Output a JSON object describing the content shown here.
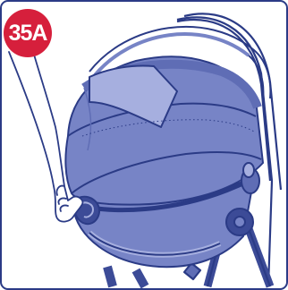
{
  "step": {
    "label": "35A"
  },
  "colors": {
    "badge": "#d61f3c",
    "outline": "#2b3b86",
    "canopy": "#7784c6",
    "canopy_dark": "#5f6db5",
    "canopy_light": "#a6afdf",
    "frame": "#3c4b97",
    "skin": "#ffffff"
  },
  "icons": [
    "stroller-carrycot-illustration",
    "hand-pressing-button",
    "step-number-badge"
  ]
}
